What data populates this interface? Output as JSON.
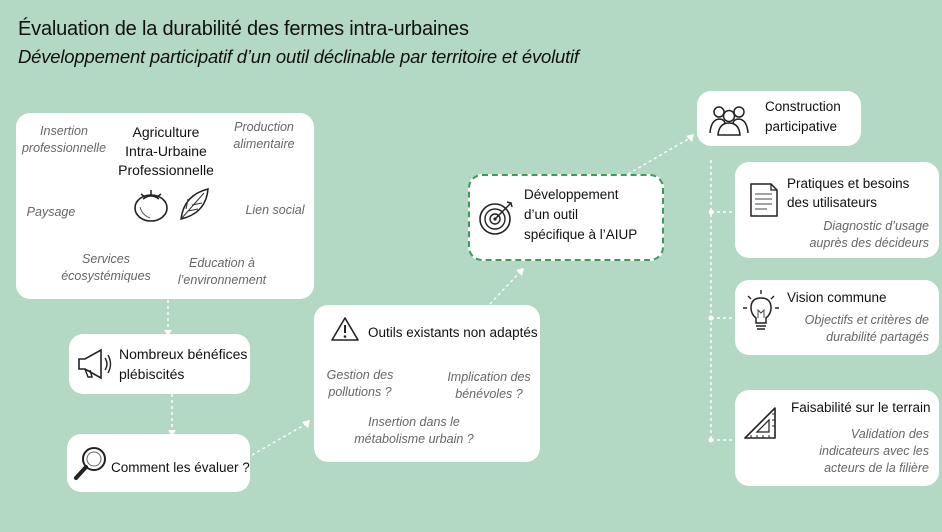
{
  "title": "Évaluation de la durabilité des fermes intra-urbaines",
  "subtitle": "Développement participatif d’un outil déclinable par territoire et évolutif",
  "benefits_box": {
    "center_lines": [
      "Agriculture",
      "Intra-Urbaine",
      "Professionnelle"
    ],
    "insertion": [
      "Insertion",
      "professionnelle"
    ],
    "production": [
      "Production",
      "alimentaire"
    ],
    "paysage": "Paysage",
    "lien_social": "Lien social",
    "services": [
      "Services",
      "écosystémiques"
    ],
    "education": [
      "Education à",
      "l’environnement"
    ]
  },
  "nombreux": [
    "Nombreux bénéfices",
    "plébiscités"
  ],
  "comment": "Comment les évaluer ?",
  "outils": {
    "title": "Outils existants non adaptés",
    "gestion": [
      "Gestion des",
      "pollutions ?"
    ],
    "implication": [
      "Implication des",
      "bénévoles ?"
    ],
    "insertion": [
      "Insertion dans le",
      "métabolisme urbain ?"
    ]
  },
  "developpement": [
    "Développement",
    "d’un outil",
    "spécifique à l’AIUP"
  ],
  "construction": [
    "Construction",
    "participative"
  ],
  "pratiques": {
    "title": [
      "Pratiques et besoins",
      "des utilisateurs"
    ],
    "sub": [
      "Diagnostic d’usage",
      "auprès des décideurs"
    ]
  },
  "vision": {
    "title": "Vision commune",
    "sub": [
      "Objectifs et critères de",
      "durabilité partagés"
    ]
  },
  "faisabilite": {
    "title": "Faisabilité sur le terrain",
    "sub": [
      "Validation des",
      "indicateurs avec les",
      "acteurs de la filière"
    ]
  },
  "colors": {
    "background": "#b3d8c3",
    "box": "#ffffff",
    "dashed_border": "#3f9a58",
    "muted_text": "#666666"
  }
}
